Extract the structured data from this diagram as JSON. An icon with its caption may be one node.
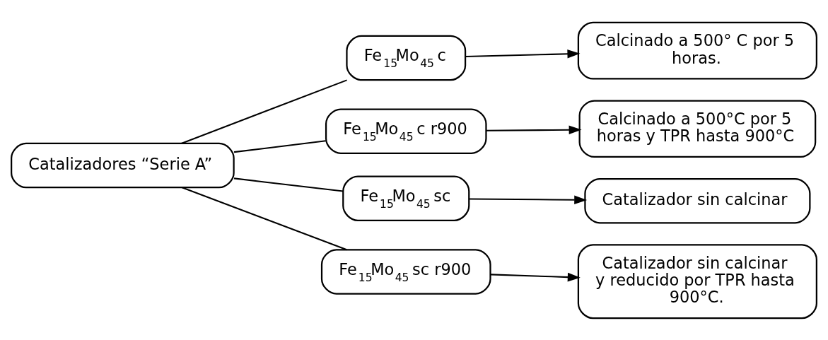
{
  "diagram": {
    "nodes": [
      {
        "text": [
          "Catalizadores “Serie A”"
        ]
      },
      {
        "text": [
          "Fe$_{15}$Mo$_{45}$ c"
        ]
      },
      {
        "text": [
          "Fe$_{15}$Mo$_{45}$ c r900"
        ]
      },
      {
        "text": [
          "Fe$_{15}$Mo$_{45}$ sc"
        ]
      },
      {
        "text": [
          "Fe$_{15}$Mo$_{45}$ sc r900"
        ]
      },
      {
        "text": [
          "Calcinado a 500° C por 5 horas."
        ]
      },
      {
        "text": [
          "Calcinado a 500°C por 5 horas y TPR hasta 900°C"
        ]
      },
      {
        "text": [
          "Catalizador sin calcinar"
        ]
      },
      {
        "text": [
          "Catalizador sin calcinar y reducido por TPR hasta 900°C."
        ]
      }
    ],
    "edges": [
      {
        "from": 0,
        "to": 1,
        "arrow": "none"
      },
      {
        "from": 0,
        "to": 2,
        "arrow": "none"
      },
      {
        "from": 0,
        "to": 3,
        "arrow": "none"
      },
      {
        "from": 0,
        "to": 4,
        "arrow": "none"
      },
      {
        "from": 1,
        "to": 5,
        "arrow": "to"
      },
      {
        "from": 2,
        "to": 6,
        "arrow": "to"
      },
      {
        "from": 3,
        "to": 7,
        "arrow": "to"
      },
      {
        "from": 4,
        "to": 8,
        "arrow": "to"
      }
    ]
  }
}
